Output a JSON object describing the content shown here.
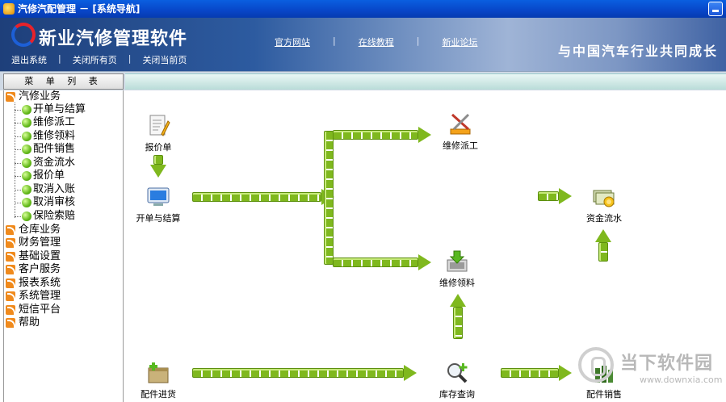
{
  "window": {
    "title": "汽修汽配管理 － [系统导航]"
  },
  "header": {
    "brand": "新业汽修管理软件",
    "slogan": "与中国汽车行业共同成长",
    "sysmenu": [
      "退出系统",
      "关闭所有页",
      "关闭当前页"
    ],
    "links": [
      "官方网站",
      "在线教程",
      "新业论坛"
    ]
  },
  "sidebar": {
    "title": "菜 单 列 表",
    "categories": [
      {
        "label": "汽修业务",
        "children": [
          "开单与结算",
          "维修派工",
          "维修领料",
          "配件销售",
          "资金流水",
          "报价单",
          "取消入账",
          "取消审核",
          "保险索赔"
        ]
      },
      {
        "label": "仓库业务"
      },
      {
        "label": "财务管理"
      },
      {
        "label": "基础设置"
      },
      {
        "label": "客户服务"
      },
      {
        "label": "报表系统"
      },
      {
        "label": "系统管理"
      },
      {
        "label": "短信平台"
      },
      {
        "label": "帮助"
      }
    ]
  },
  "flow": {
    "quote": "报价单",
    "open_settle": "开单与结算",
    "dispatch": "维修派工",
    "material": "维修领料",
    "cashflow": "资金流水",
    "parts_in": "配件进货",
    "inventory": "库存查询",
    "parts_sale": "配件销售"
  },
  "watermark": {
    "name": "当下软件园",
    "url": "www.downxia.com"
  },
  "colors": {
    "accent_green": "#7fb81e",
    "titlebar_blue": "#0846c8",
    "header_blue": "#2d5ba0"
  }
}
